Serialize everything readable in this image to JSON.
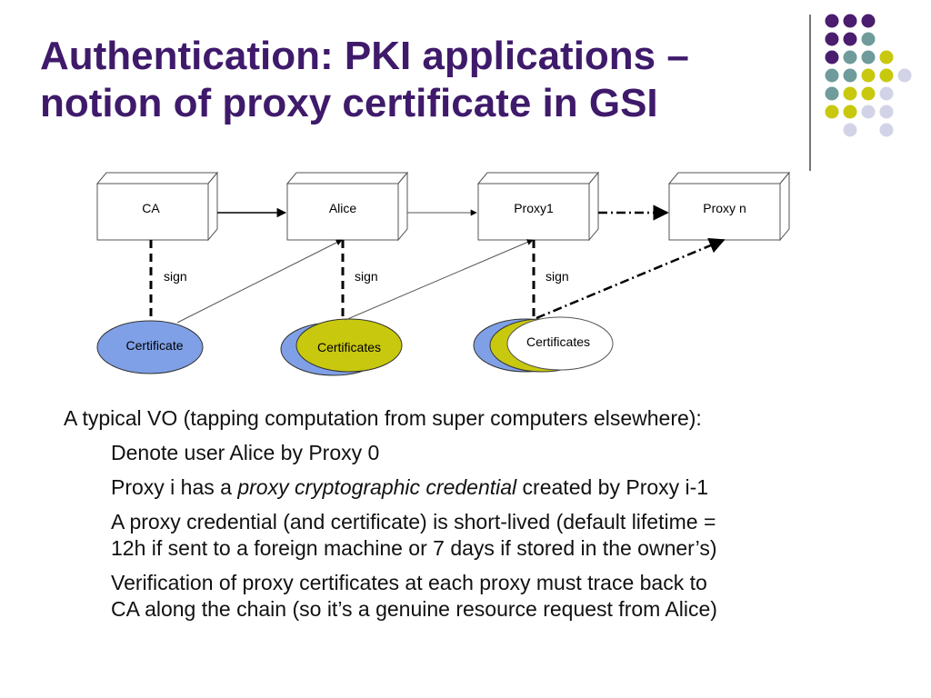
{
  "slide": {
    "title_line1": "Authentication: PKI applications –",
    "title_line2": "notion of proxy certificate in GSI"
  },
  "colors": {
    "title": "#3f1a6b",
    "dot_purple": "#4b1d6e",
    "dot_teal": "#6f9b9b",
    "dot_yellow": "#c8c80f",
    "dot_lavender": "#d3d3e8",
    "cert_blue": "#7fa0e6",
    "cert_yellow": "#c8c80f",
    "cert_white": "#ffffff"
  },
  "dot_grid": [
    [
      "purple",
      "purple",
      "purple",
      null,
      null
    ],
    [
      "purple",
      "purple",
      "teal",
      null,
      null
    ],
    [
      "purple",
      "teal",
      "teal",
      "yellow",
      null
    ],
    [
      "teal",
      "teal",
      "yellow",
      "yellow",
      "lavender"
    ],
    [
      "teal",
      "yellow",
      "yellow",
      "lavender",
      null
    ],
    [
      "yellow",
      "yellow",
      "lavender",
      "lavender",
      null
    ],
    [
      null,
      "lavender",
      null,
      "lavender",
      null
    ]
  ],
  "diagram": {
    "boxes": {
      "ca": "CA",
      "alice": "Alice",
      "proxy1": "Proxy1",
      "proxyn": "Proxy n"
    },
    "sign_label": "sign",
    "certs": {
      "single": "Certificate",
      "double": "Certificates",
      "triple": "Certificates"
    }
  },
  "body": {
    "line1": "A typical VO (tapping computation from super computers elsewhere):",
    "line2": "Denote user Alice by Proxy 0",
    "line3_pre": "Proxy i has a ",
    "line3_em": "proxy cryptographic credential",
    "line3_post": " created by Proxy i-1",
    "line4a": "A proxy credential (and certificate) is short-lived (default lifetime =",
    "line4b": "12h if sent to a foreign machine or 7 days if stored in the owner’s)",
    "line5a": "Verification of proxy certificates at each proxy must trace back to",
    "line5b": "CA along the chain (so it’s a genuine resource request from Alice)"
  }
}
